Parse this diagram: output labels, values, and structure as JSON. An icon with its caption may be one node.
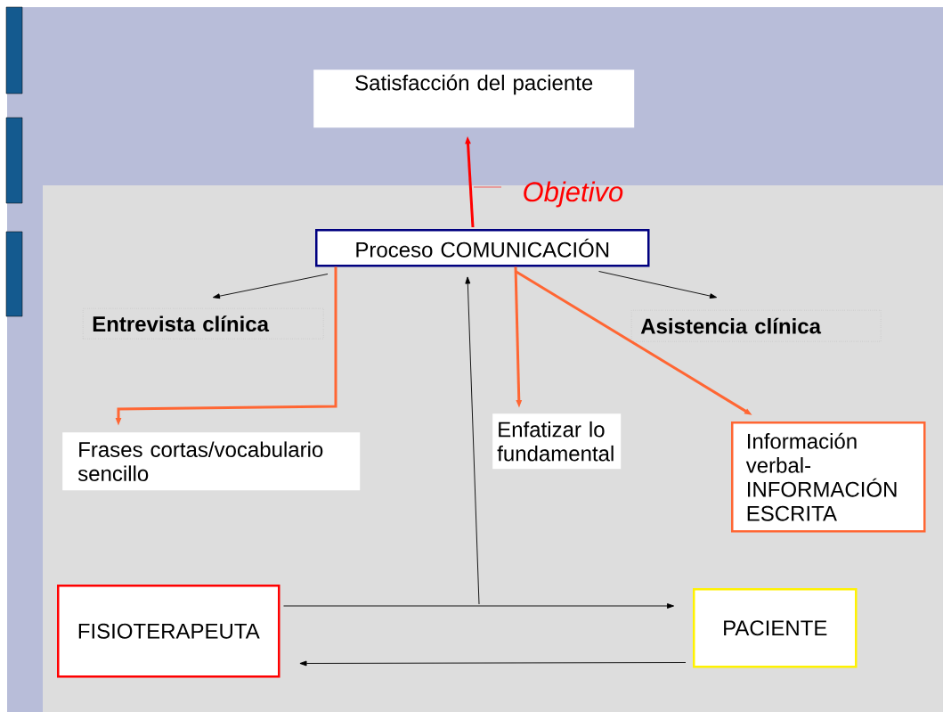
{
  "diagram": {
    "nodes": [
      {
        "text": [
          "Satisfacción del paciente"
        ]
      },
      {
        "text": [
          "Proceso COMUNICACIÓN"
        ]
      },
      {
        "text": [
          "Entrevista clínica"
        ]
      },
      {
        "text": [
          "Asistencia clínica"
        ]
      },
      {
        "text": [
          "Frases cortas/vocabulario sencillo"
        ]
      },
      {
        "text": [
          "Enfatizar lo fundamental"
        ]
      },
      {
        "text": [
          "Información verbal- INFORMACIÓN ESCRITA"
        ]
      },
      {
        "text": [
          "FISIOTERAPEUTA"
        ]
      },
      {
        "text": [
          "PACIENTE"
        ]
      }
    ],
    "edges": [
      {
        "from": 1,
        "to": 0,
        "arrow": "to",
        "label": "Objetivo",
        "style": "thick",
        "color": "#ff0000"
      },
      {
        "from": 1,
        "to": 2,
        "arrow": "to"
      },
      {
        "from": 1,
        "to": 3,
        "arrow": "to"
      },
      {
        "from": 1,
        "to": 4,
        "arrow": "to",
        "style": "thick",
        "color": "#ff6633"
      },
      {
        "from": 1,
        "to": 5,
        "arrow": "to",
        "style": "thick",
        "color": "#ff6633"
      },
      {
        "from": 1,
        "to": 6,
        "arrow": "to",
        "style": "thick",
        "color": "#ff6633"
      },
      {
        "from": 7,
        "to": 8,
        "arrow": "to"
      },
      {
        "from": 8,
        "to": 7,
        "arrow": "to"
      },
      {
        "from": null,
        "to": 1,
        "arrow": "to"
      }
    ]
  }
}
